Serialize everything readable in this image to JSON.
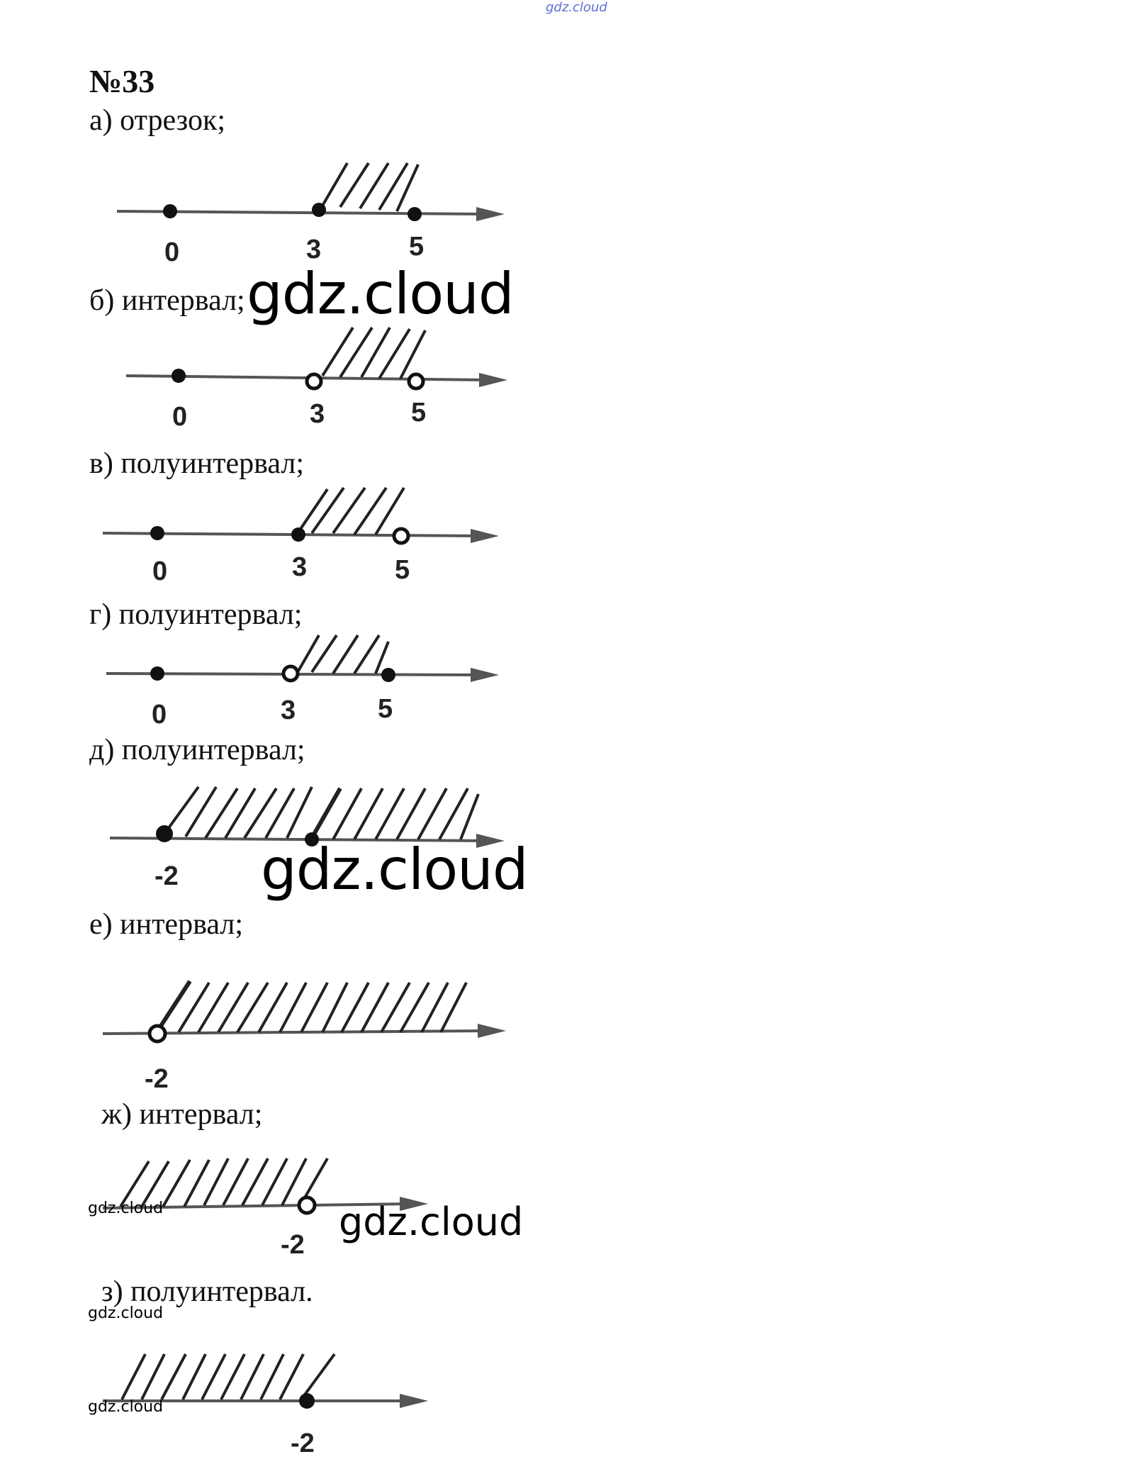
{
  "watermark_top": "gdz.cloud",
  "title": "№33",
  "watermarks": {
    "big_1": "gdz.cloud",
    "big_2": "gdz.cloud",
    "mid": "gdz.cloud",
    "small_1": "gdz.cloud",
    "small_2": "gdz.cloud",
    "small_3": "gdz.cloud"
  },
  "items": [
    {
      "label": "а) отрезок;",
      "points": [
        {
          "value": "0",
          "type": "filled"
        },
        {
          "value": "3",
          "type": "filled"
        },
        {
          "value": "5",
          "type": "filled"
        }
      ]
    },
    {
      "label": "б) интервал;",
      "points": [
        {
          "value": "0",
          "type": "filled"
        },
        {
          "value": "3",
          "type": "open"
        },
        {
          "value": "5",
          "type": "open"
        }
      ]
    },
    {
      "label": "в) полуинтервал;",
      "points": [
        {
          "value": "0",
          "type": "filled"
        },
        {
          "value": "3",
          "type": "filled"
        },
        {
          "value": "5",
          "type": "open"
        }
      ]
    },
    {
      "label": "г) полуинтервал;",
      "points": [
        {
          "value": "0",
          "type": "filled"
        },
        {
          "value": "3",
          "type": "open"
        },
        {
          "value": "5",
          "type": "filled"
        }
      ]
    },
    {
      "label": "д) полуинтервал;",
      "points": [
        {
          "value": "-2",
          "type": "filled"
        }
      ]
    },
    {
      "label": "е) интервал;",
      "points": [
        {
          "value": "-2",
          "type": "open"
        }
      ]
    },
    {
      "label": "ж) интервал;",
      "points": [
        {
          "value": "-2",
          "type": "open"
        }
      ]
    },
    {
      "label": "з) полуинтервал.",
      "points": [
        {
          "value": "-2",
          "type": "filled"
        }
      ]
    }
  ]
}
